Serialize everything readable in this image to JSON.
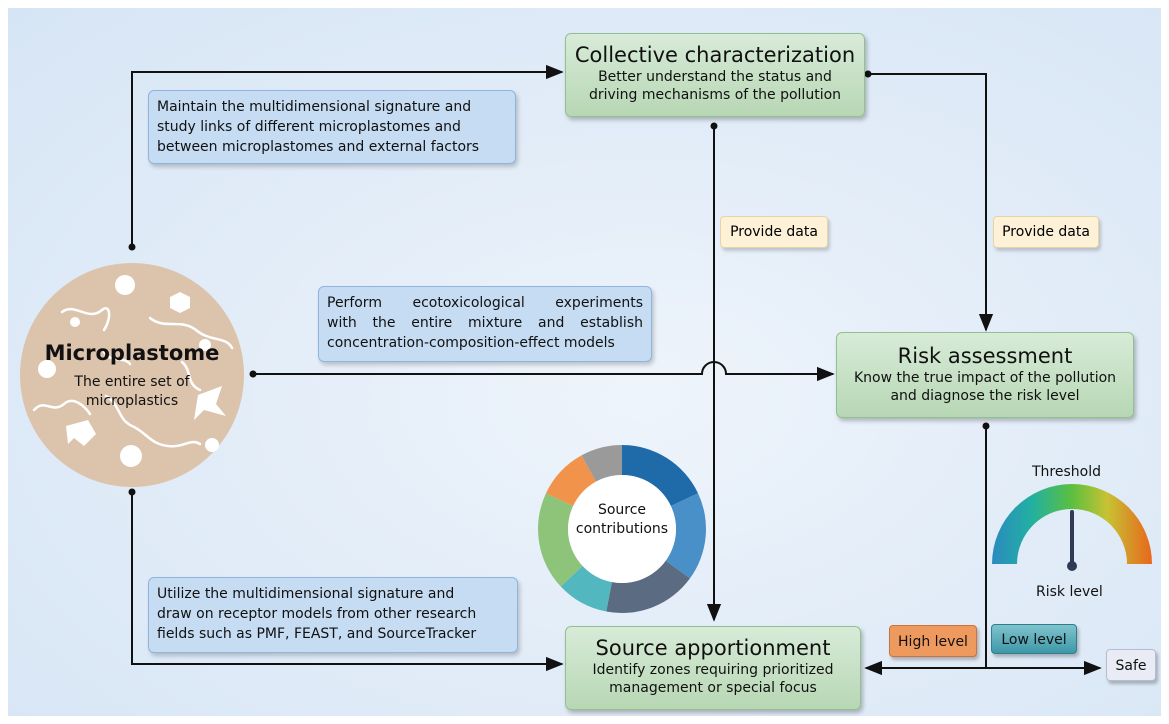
{
  "microplastome": {
    "title": "Microplastome",
    "subtitle_line1": "The entire set of",
    "subtitle_line2": "microplastics"
  },
  "collective": {
    "title": "Collective characterization",
    "line1": "Better understand the status and",
    "line2": "driving mechanisms of the pollution"
  },
  "risk": {
    "title": "Risk assessment",
    "line1": "Know the true impact of the pollution",
    "line2": "and diagnose the risk level"
  },
  "source": {
    "title": "Source apportionment",
    "line1": "Identify zones requiring prioritized",
    "line2": "management or special focus"
  },
  "notes": {
    "maintain": [
      "Maintain the multidimensional signature and",
      "study links of different microplastomes and",
      "between microplastomes and external factors"
    ],
    "perform": [
      "Perform ecotoxicological experiments",
      "with the entire mixture and establish",
      "concentration-composition-effect models"
    ],
    "utilize": [
      "Utilize the multidimensional signature and",
      "draw on receptor models from other research",
      "fields such as PMF, FEAST, and SourceTracker"
    ]
  },
  "tags": {
    "provide_data_1": "Provide data",
    "provide_data_2": "Provide data"
  },
  "donut": {
    "label_line1": "Source",
    "label_line2": "contributions",
    "segments": [
      {
        "value": 18,
        "color": "#1f6aa8"
      },
      {
        "value": 17,
        "color": "#4a90c8"
      },
      {
        "value": 18,
        "color": "#5a6b82"
      },
      {
        "value": 10,
        "color": "#52b7bf"
      },
      {
        "value": 19,
        "color": "#8ec47a"
      },
      {
        "value": 10,
        "color": "#f2934b"
      },
      {
        "value": 8,
        "color": "#9a9a9a"
      }
    ]
  },
  "gauge": {
    "title": "Threshold",
    "label": "Risk level",
    "level": 0.5
  },
  "levels": {
    "high": "High level",
    "low": "Low level",
    "safe": "Safe"
  },
  "colors": {
    "green": "#b7d7b4",
    "blue": "#c6dcf3",
    "disc": "#dcc3ac",
    "high": "#ee9a5f",
    "low": "#49a8b6"
  }
}
